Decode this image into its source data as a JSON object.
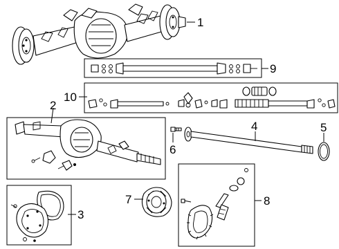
{
  "diagram": {
    "callouts": {
      "c1": "1",
      "c2": "2",
      "c3": "3",
      "c4": "4",
      "c5": "5",
      "c6": "6",
      "c7": "7",
      "c8": "8",
      "c9": "9",
      "c10": "10"
    },
    "parts": [
      {
        "id": "c1",
        "part": "rear-axle-assembly"
      },
      {
        "id": "c2",
        "part": "axle-housing"
      },
      {
        "id": "c3",
        "part": "differential-cover"
      },
      {
        "id": "c4",
        "part": "axle-shaft"
      },
      {
        "id": "c5",
        "part": "shaft-seal-ring"
      },
      {
        "id": "c6",
        "part": "wheel-stud"
      },
      {
        "id": "c7",
        "part": "differential-case"
      },
      {
        "id": "c8",
        "part": "ring-and-pinion"
      },
      {
        "id": "c9",
        "part": "drive-shaft"
      },
      {
        "id": "c10",
        "part": "two-piece-drive-shaft"
      }
    ]
  }
}
